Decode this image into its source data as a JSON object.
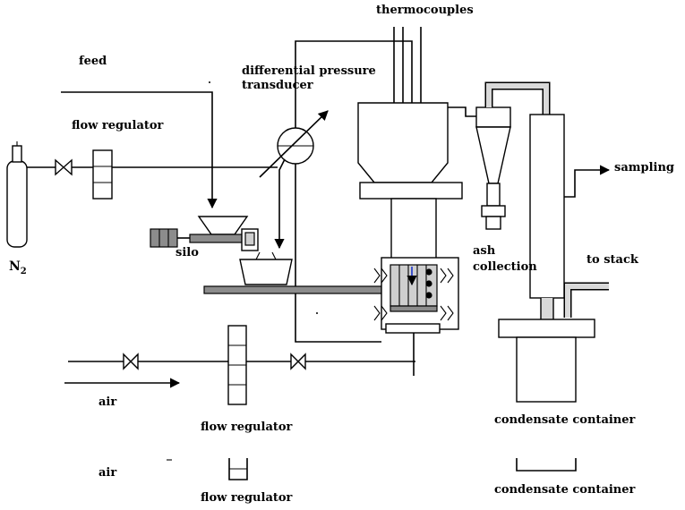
{
  "labels": {
    "thermocouples": "thermocouples",
    "feed": "feed",
    "differential_pressure_transducer_line1": "differential pressure",
    "differential_pressure_transducer_line2": "transducer",
    "flow_regulator_top": "flow regulator",
    "nitrogen": "N",
    "nitrogen_subscript": "2",
    "silo": "silo",
    "ash_collection_line1": "ash",
    "ash_collection_line2": "collection",
    "sampling": "sampling",
    "to_stack": "to stack",
    "air_1": "air",
    "air_2": "air",
    "flow_regulator_mid": "flow regulator",
    "flow_regulator_bottom": "flow regulator",
    "condensate_container_1": "condensate container",
    "condensate_container_2": "condensate container"
  }
}
